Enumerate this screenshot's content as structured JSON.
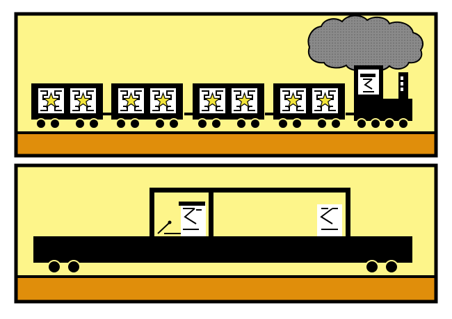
{
  "colors": {
    "background": "#ffffff",
    "frame": "#000000",
    "sky": "#fdf58a",
    "ground": "#e08e0b",
    "silhouette": "#000000",
    "window": "#ffffff",
    "star": "#f2e43a",
    "smoke": "#8a8a8a"
  },
  "panels": [
    {
      "name": "train-panel",
      "scene": "steam-locomotive-pulling-cargo-cars",
      "locomotive": {
        "icons": [
          "smoke-cloud-icon",
          "chimney-icon",
          "engineer-icon"
        ]
      },
      "cars": [
        {
          "icons": [
            "star-icon",
            "star-icon"
          ]
        },
        {
          "icons": [
            "star-icon",
            "star-icon"
          ]
        },
        {
          "icons": [
            "star-icon",
            "star-icon"
          ]
        },
        {
          "icons": [
            "star-icon",
            "star-icon"
          ]
        }
      ]
    },
    {
      "name": "flatcar-panel",
      "scene": "flatcar-with-cabin-and-two-figures",
      "figures": [
        "figure-with-lever-icon",
        "figure-icon"
      ]
    }
  ]
}
